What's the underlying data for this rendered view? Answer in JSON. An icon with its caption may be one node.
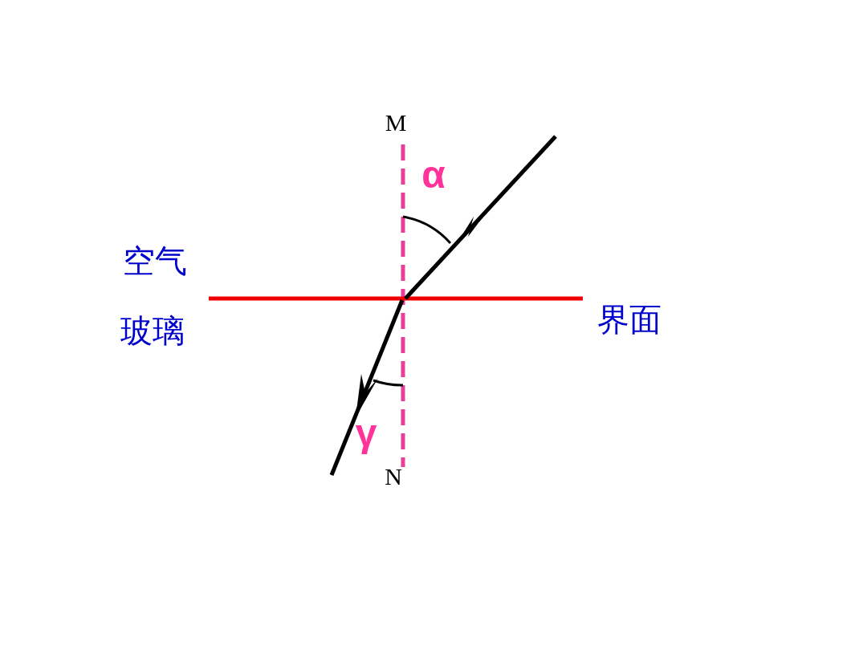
{
  "diagram": {
    "labels": [
      "M",
      "α",
      "空气",
      "玻璃",
      "界面",
      "γ",
      "N"
    ]
  }
}
